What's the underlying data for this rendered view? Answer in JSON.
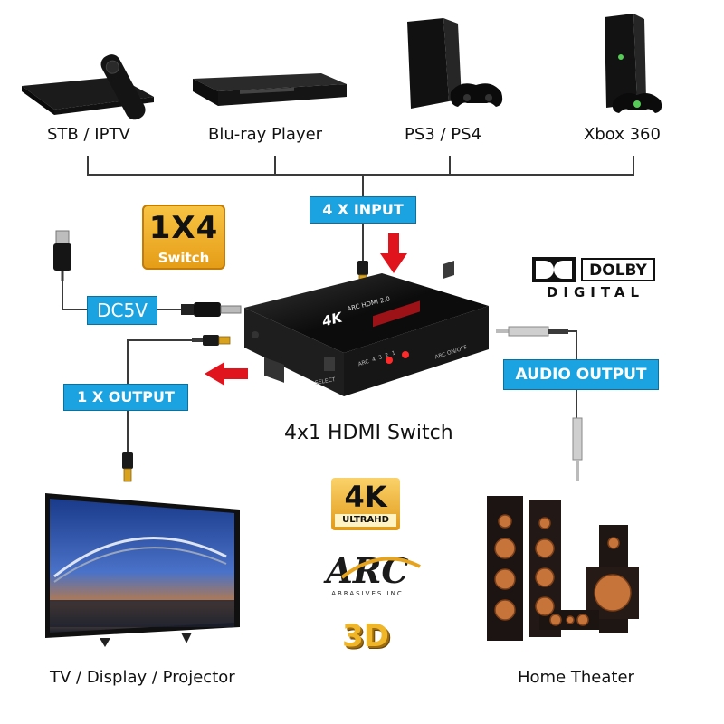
{
  "devices": {
    "stb": "STB / IPTV",
    "bluray": "Blu-ray Player",
    "ps": "PS3 / PS4",
    "xbox": "Xbox 360",
    "tv": "TV / Display / Projector",
    "home_theater": "Home Theater"
  },
  "callouts": {
    "input": "4 X INPUT",
    "output": "1 X OUTPUT",
    "audio": "AUDIO OUTPUT",
    "power": "DC5V"
  },
  "badges": {
    "switch_top": "1X4",
    "switch_bottom": "Switch",
    "fourk": "4K",
    "ultrahd": "ULTRAHD",
    "arc": "ARC",
    "arc_sub": "ABRASIVES INC",
    "three_d": "3D",
    "dolby_top": "DOLBY",
    "dolby_bottom": "DIGITAL"
  },
  "product": {
    "title": "4x1 HDMI Switch",
    "logo": "4K",
    "model": "ARC HDMI 2.0",
    "select": "SELECT",
    "arc_onoff": "ARC ON/OFF",
    "port_labels": [
      "ARC",
      "4",
      "3",
      "2",
      "1"
    ]
  },
  "colors": {
    "callout_blue": "#1aa3e0",
    "arrow_red": "#e0141c",
    "badge_gold": "#f2b12a",
    "wire": "#3a3a3a"
  }
}
